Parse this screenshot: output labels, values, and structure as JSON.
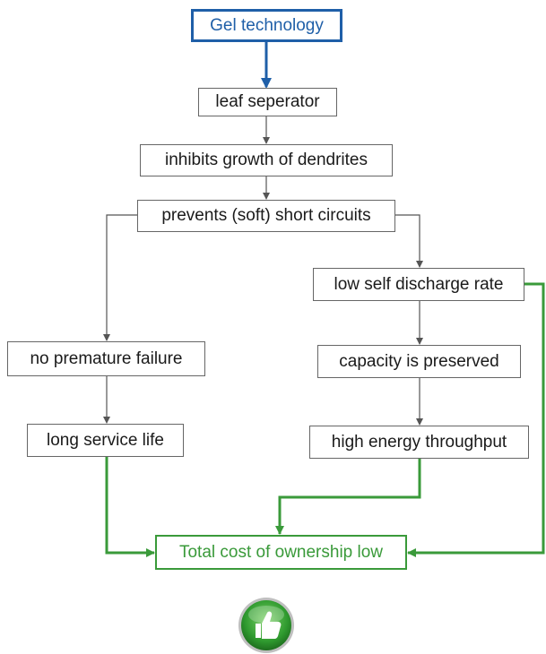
{
  "nodes": {
    "gel_technology": "Gel technology",
    "leaf_separator": "leaf seperator",
    "inhibits_growth": "inhibits growth of dendrites",
    "prevents_short_circuits": "prevents (soft) short circuits",
    "low_self_discharge": "low self discharge rate",
    "no_premature_failure": "no premature failure",
    "capacity_preserved": "capacity is preserved",
    "long_service_life": "long service life",
    "high_energy_throughput": "high energy throughput",
    "total_cost_low": "Total cost of ownership low"
  },
  "colors": {
    "blue": "#1f5fa8",
    "green": "#3a9a3a",
    "dark_line": "#555555"
  },
  "icons": {
    "thumbs_up": "thumbs-up-icon"
  }
}
